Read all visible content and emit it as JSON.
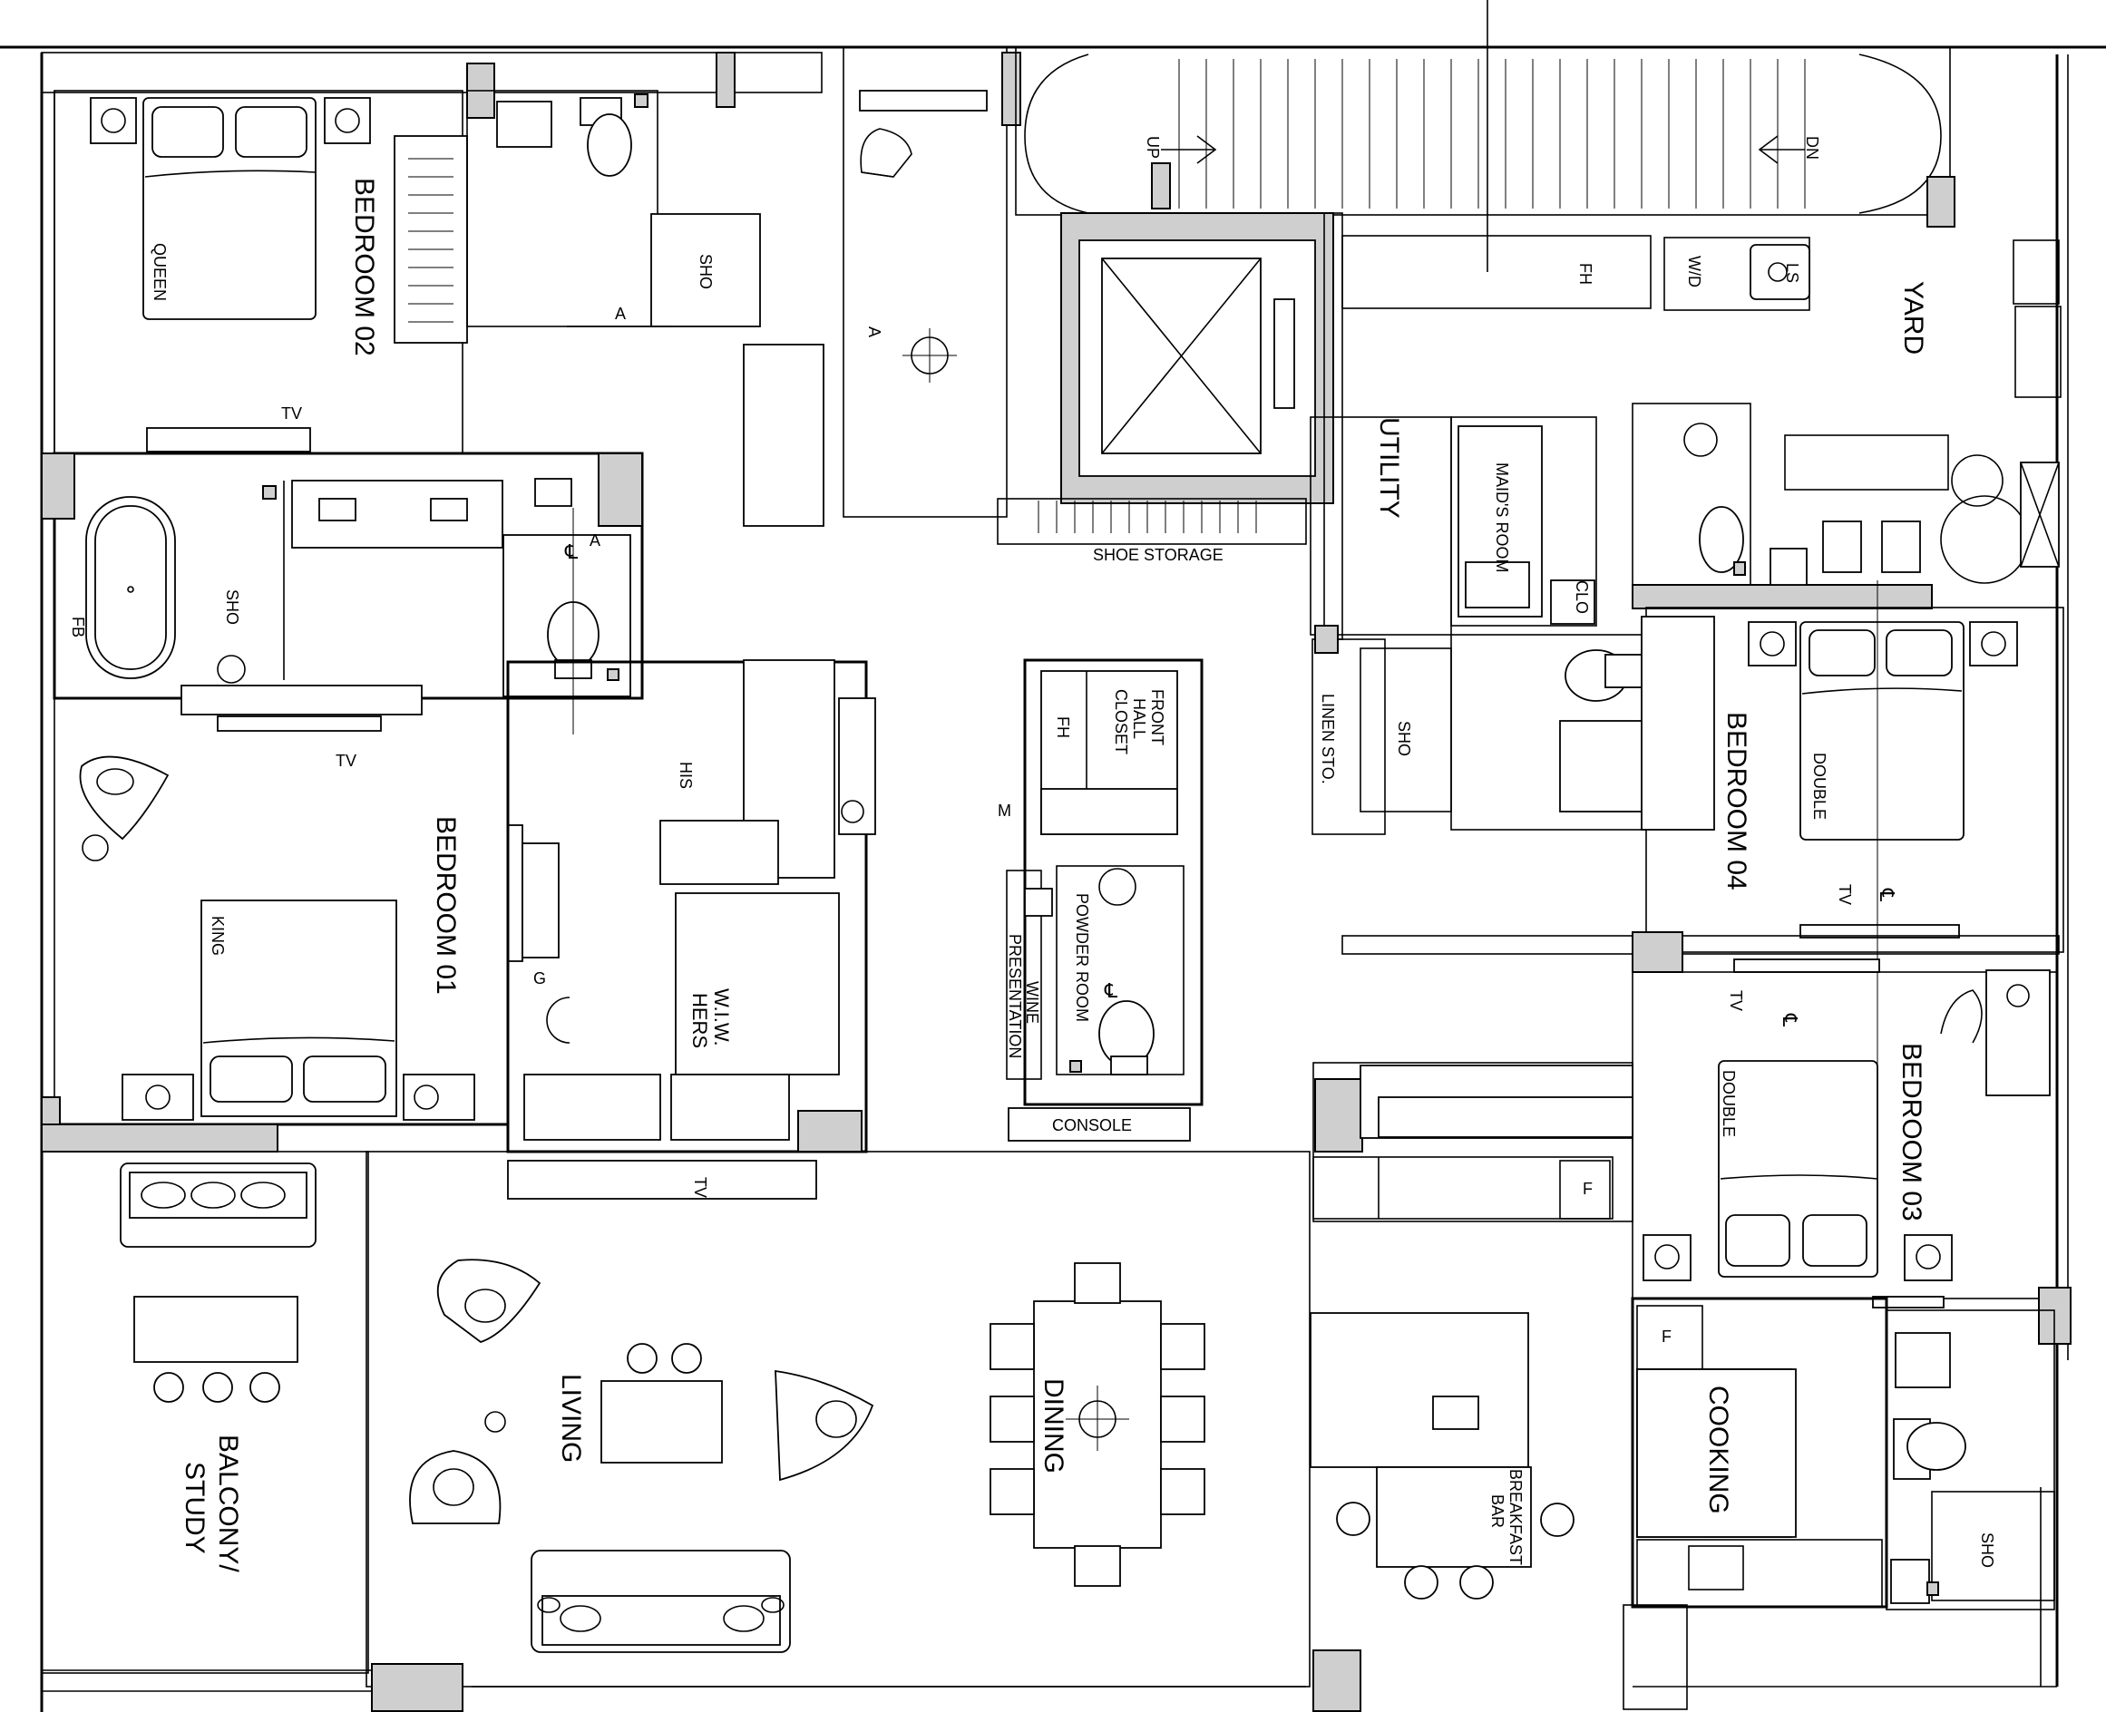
{
  "rooms": {
    "bedroom02": "BEDROOM 02",
    "bedroom01": "BEDROOM 01",
    "bedroom04": "BEDROOM 04",
    "bedroom03": "BEDROOM 03",
    "living": "LIVING",
    "dining": "DINING",
    "balcony1": "BALCONY/",
    "balcony2": "STUDY",
    "utility": "UTILITY",
    "yard": "YARD",
    "cooking": "COOKING",
    "maids": "MAID'S ROOM",
    "powder": "POWDER ROOM",
    "frontHall1": "FRONT",
    "frontHall2": "HALL",
    "frontHall3": "CLOSET",
    "wine1": "WINE",
    "wine2": "PRESENTATION",
    "wiw1": "W.I.W.",
    "wiw2": "HERS",
    "his": "HIS",
    "linen": "LINEN STO.",
    "shoeStorage": "SHOE STORAGE",
    "console": "CONSOLE",
    "breakfast1": "BREAKFAST",
    "breakfast2": "BAR"
  },
  "labels": {
    "queen": "QUEEN",
    "king": "KING",
    "double": "DOUBLE",
    "sho": "SHO",
    "tv": "TV",
    "fh": "FH",
    "fb": "FB",
    "wd": "W/D",
    "ls": "LS",
    "clo": "CLO",
    "up": "UP",
    "dn": "DN",
    "a": "A",
    "g": "G",
    "m": "M",
    "f": "F",
    "cl": "℄"
  }
}
